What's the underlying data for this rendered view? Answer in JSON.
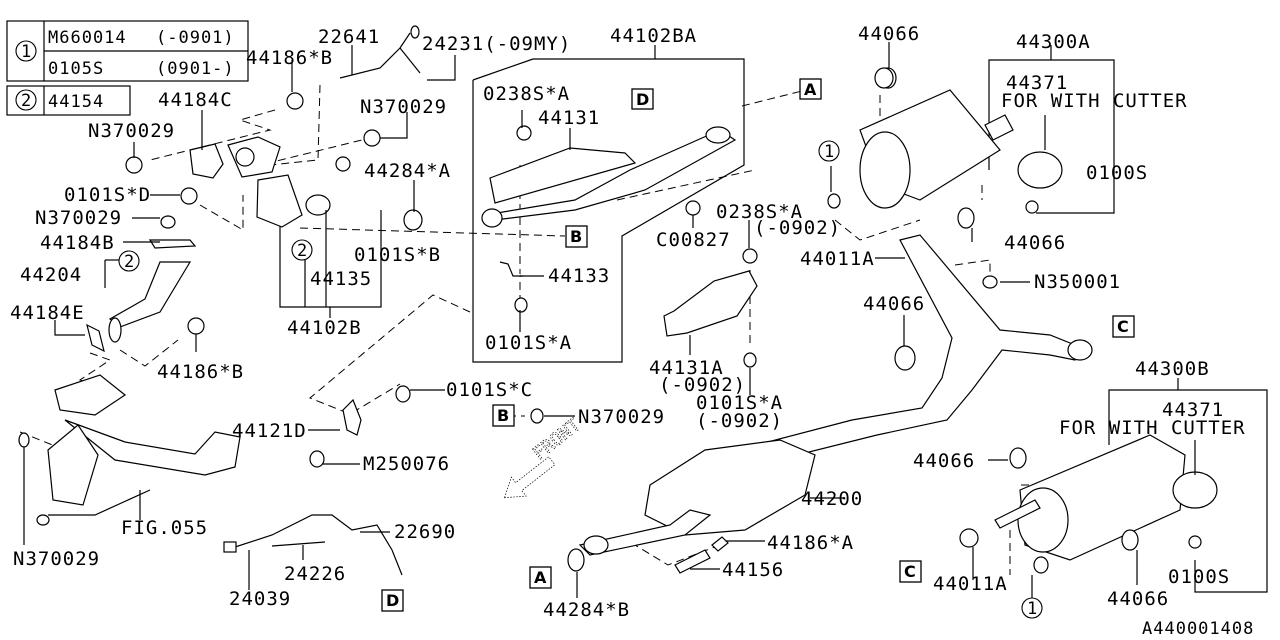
{
  "legend": {
    "row1": {
      "ref": "1",
      "entries": [
        {
          "part": "M660014",
          "range": "(-0901)"
        },
        {
          "part": "0105S",
          "range": "(0901-)"
        }
      ]
    },
    "row2": {
      "ref": "2",
      "part": "44154"
    }
  },
  "labels": {
    "l44186B_top": "44186*B",
    "l22641": "22641",
    "l24231": "24231(-09MY)",
    "l44102BA": "44102BA",
    "l44184C": "44184C",
    "lN370029_a": "N370029",
    "lN370029_b": "N370029",
    "l0238SA_a": "0238S*A",
    "l44131": "44131",
    "l44284A": "44284*A",
    "l0101SD": "0101S*D",
    "lN370029_c": "N370029",
    "l44184B": "44184B",
    "l44204": "44204",
    "l44184E": "44184E",
    "l44186B_mid": "44186*B",
    "l0101SB": "0101S*B",
    "l44135": "44135",
    "l44102B": "44102B",
    "l44133": "44133",
    "l0101SA_a": "0101S*A",
    "lC00827": "C00827",
    "l0238SA_b": "0238S*A",
    "l0902_a": "(-0902)",
    "l44131A": "44131A",
    "l0902_b": "(-0902)",
    "l0101SA_b": "0101S*A",
    "l0902_c": "(-0902)",
    "l0101SC": "0101S*C",
    "l44121D": "44121D",
    "lM250076": "M250076",
    "lN370029_d": "N370029",
    "lFIG055": "FIG.055",
    "lN370029_e": "N370029",
    "l22690": "22690",
    "l24226": "24226",
    "l24039": "24039",
    "l44200": "44200",
    "l44186A": "44186*A",
    "l44156": "44156",
    "l44284B": "44284*B",
    "l44066_a": "44066",
    "l44300A": "44300A",
    "l44371_a": "44371",
    "lCutter_a": "FOR WITH CUTTER",
    "l0100S_a": "0100S",
    "l44066_b": "44066",
    "l44011A_a": "44011A",
    "lN350001": "N350001",
    "l44066_c": "44066",
    "l44300B": "44300B",
    "l44371_b": "44371",
    "lCutter_b": "FOR WITH CUTTER",
    "l44066_d": "44066",
    "l0100S_b": "0100S",
    "l44011A_b": "44011A",
    "l44066_e": "44066",
    "front": "FRONT",
    "diagram_id": "A440001408"
  },
  "refs": {
    "A": "A",
    "B": "B",
    "C": "C",
    "D": "D",
    "one": "1",
    "two": "2"
  }
}
